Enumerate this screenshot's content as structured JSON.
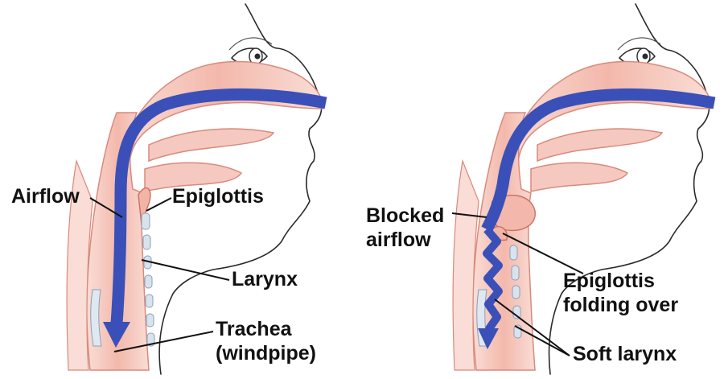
{
  "left_panel": {
    "labels": {
      "airflow": "Airflow",
      "epiglottis": "Epiglottis",
      "larynx": "Larynx",
      "trachea_line1": "Trachea",
      "trachea_line2": "(windpipe)"
    }
  },
  "right_panel": {
    "labels": {
      "blocked_line1": "Blocked",
      "blocked_line2": "airflow",
      "epiglottis_line1": "Epiglottis",
      "epiglottis_line2": "folding over",
      "soft_larynx": "Soft larynx"
    }
  },
  "colors": {
    "airflow_arrow": "#3a50b8",
    "tissue_fill": "#f6c9c0",
    "tissue_edge": "#d98a7c",
    "cartilage": "#d8e3ee"
  }
}
